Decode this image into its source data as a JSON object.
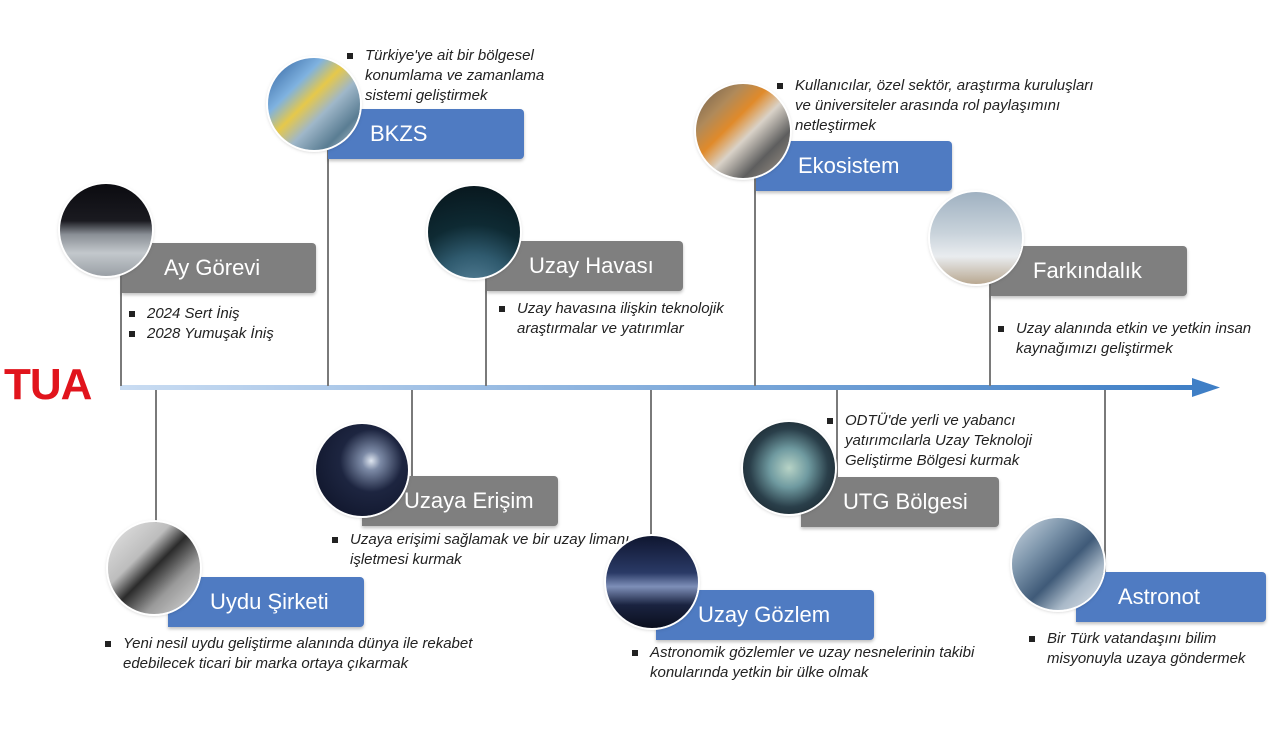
{
  "logo": {
    "text": "TUA"
  },
  "colors": {
    "logo_red": "#e1141c",
    "label_grey": "#7f7f7f",
    "label_blue": "#4f7bc2",
    "axis_blue": "#4a86c8"
  },
  "milestones": {
    "ay_gorevi": {
      "title": "Ay Görevi",
      "bullets": [
        "2024 Sert İniş",
        "2028 Yumuşak İniş"
      ]
    },
    "bkzs": {
      "title": "BKZS",
      "bullets": [
        "Türkiye'ye ait bir bölgesel konumlama ve zamanlama sistemi geliştirmek"
      ]
    },
    "uzay_havasi": {
      "title": "Uzay Havası",
      "bullets": [
        "Uzay havasına ilişkin teknolojik araştırmalar ve yatırımlar"
      ]
    },
    "ekosistem": {
      "title": "Ekosistem",
      "bullets": [
        "Kullanıcılar, özel sektör, araştırma kuruluşları ve üniversiteler arasında rol paylaşımını netleştirmek"
      ]
    },
    "farkindalik": {
      "title": "Farkındalık",
      "bullets": [
        "Uzay alanında etkin ve yetkin insan kaynağımızı geliştirmek"
      ]
    },
    "uydu_sirketi": {
      "title": "Uydu Şirketi",
      "bullets": [
        "Yeni nesil uydu geliştirme alanında dünya ile rekabet edebilecek ticari bir marka ortaya çıkarmak"
      ]
    },
    "uzaya_erisim": {
      "title": "Uzaya Erişim",
      "bullets": [
        "Uzaya erişimi sağlamak ve bir uzay limanı işletmesi kurmak"
      ]
    },
    "uzay_gozlem": {
      "title": "Uzay Gözlem",
      "bullets": [
        "Astronomik gözlemler ve uzay nesnelerinin takibi konularında yetkin bir ülke olmak"
      ]
    },
    "utg_bolgesi": {
      "title": "UTG Bölgesi",
      "bullets": [
        "ODTÜ'de yerli ve yabancı yatırımcılarla Uzay Teknoloji Geliştirme Bölgesi kurmak"
      ]
    },
    "astronot": {
      "title": "Astronot",
      "bullets": [
        "Bir Türk vatandaşını bilim misyonuyla uzaya göndermek"
      ]
    }
  }
}
